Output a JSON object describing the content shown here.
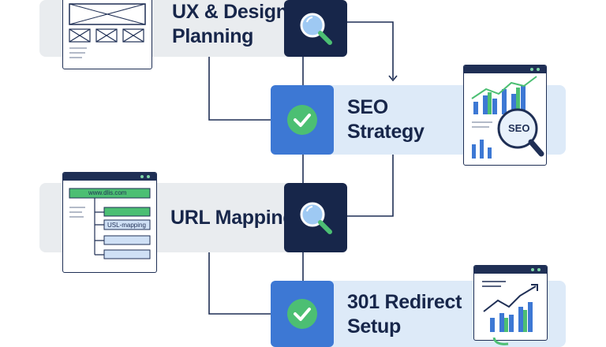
{
  "steps": [
    {
      "lines": [
        "UX & Design",
        "Planning"
      ],
      "icon": "magnifier-icon"
    },
    {
      "lines": [
        "SEO",
        "Strategy"
      ],
      "icon": "checkmark-icon"
    },
    {
      "lines": [
        "URL Mapping"
      ],
      "icon": "magnifier-icon"
    },
    {
      "lines": [
        "301 Redirect",
        "Setup"
      ],
      "icon": "checkmark-icon"
    }
  ],
  "illustrations": {
    "url_mapping": {
      "url_text": "www.dlis.com",
      "node_text": "USL-mapping"
    },
    "seo": {
      "badge_text": "SEO"
    }
  },
  "colors": {
    "navy": "#17264a",
    "blue": "#3d78d4",
    "green": "#4cbf73",
    "gray_band": "#e9ecef",
    "blue_band": "#ddeaf8"
  }
}
